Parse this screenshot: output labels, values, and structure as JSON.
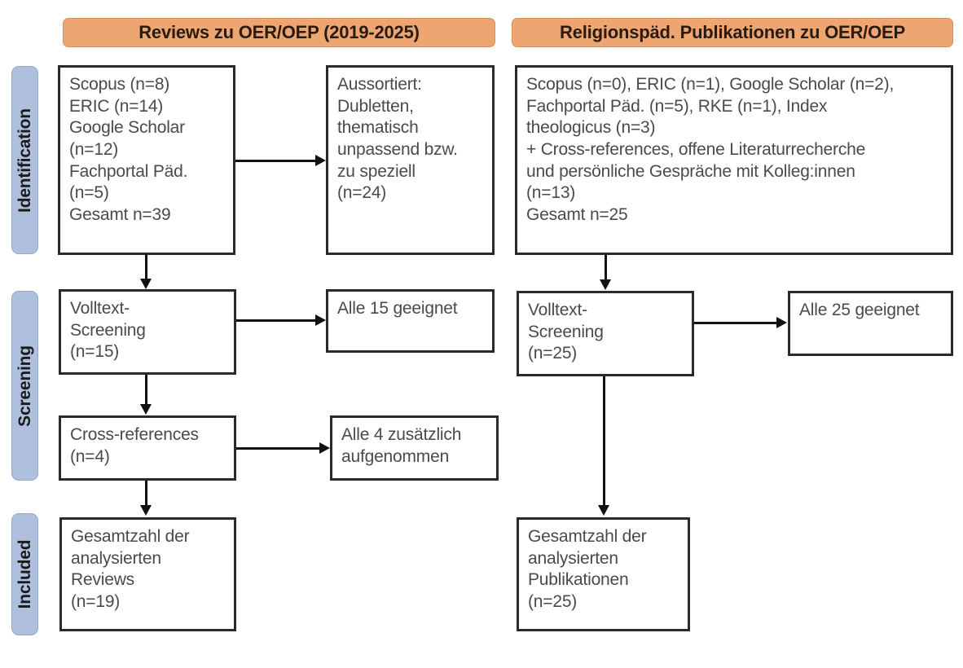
{
  "columns": {
    "left": {
      "header": "Reviews zu OER/OEP (2019-2025)"
    },
    "right": {
      "header": "Religionspäd. Publikationen zu OER/OEP"
    }
  },
  "stages": [
    {
      "label": "Identification"
    },
    {
      "label": "Screening"
    },
    {
      "label": "Included"
    }
  ],
  "boxes": {
    "left_identification": {
      "lines": [
        "Scopus (n=8)",
        "ERIC (n=14)",
        "Google Scholar",
        "(n=12)",
        "Fachportal Päd.",
        "(n=5)",
        "Gesamt n=39"
      ]
    },
    "left_excluded": {
      "lines": [
        "Aussortiert:",
        "Dubletten,",
        "thematisch",
        "unpassend bzw.",
        "zu speziell",
        "(n=24)"
      ]
    },
    "left_fulltext": {
      "lines": [
        "Volltext-",
        "Screening",
        "(n=15)"
      ]
    },
    "left_fulltext_result": {
      "lines": [
        "Alle 15 geeignet"
      ]
    },
    "left_crossrefs": {
      "lines": [
        "Cross-references",
        "(n=4)"
      ]
    },
    "left_crossrefs_result": {
      "lines": [
        "Alle 4 zusätzlich",
        "aufgenommen"
      ]
    },
    "left_included": {
      "lines": [
        "Gesamtzahl der",
        "analysierten",
        "Reviews",
        "(n=19)"
      ]
    },
    "right_identification": {
      "lines": [
        "Scopus (n=0), ERIC (n=1), Google Scholar (n=2),",
        "Fachportal Päd. (n=5), RKE (n=1), Index",
        "theologicus (n=3)",
        "+ Cross-references, offene Literaturrecherche",
        "und persönliche Gespräche mit Kolleg:innen",
        "(n=13)",
        "Gesamt n=25"
      ]
    },
    "right_fulltext": {
      "lines": [
        "Volltext-",
        "Screening",
        "(n=25)"
      ]
    },
    "right_fulltext_result": {
      "lines": [
        "Alle 25 geeignet"
      ]
    },
    "right_included": {
      "lines": [
        "Gesamtzahl der",
        "analysierten",
        "Publikationen",
        "(n=25)"
      ]
    }
  },
  "colors": {
    "header_fill": "#eda671",
    "stage_fill": "#aec0de",
    "box_border": "#2a2a2a",
    "connector": "#111111",
    "text": "#4a4a4a"
  }
}
